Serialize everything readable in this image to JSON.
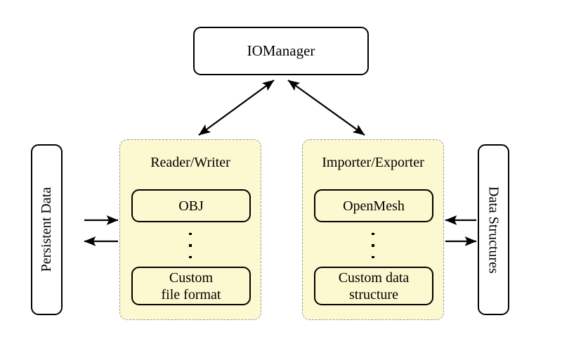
{
  "diagram": {
    "title_node": {
      "label": "IOManager"
    },
    "left_store": {
      "label": "Persistent Data"
    },
    "right_store": {
      "label": "Data Structures"
    },
    "groups": [
      {
        "id": "reader-writer",
        "title": "Reader/Writer",
        "top_item": "OBJ",
        "ellipsis": "⋮",
        "bottom_item_line1": "Custom",
        "bottom_item_line2": "file format"
      },
      {
        "id": "importer-exporter",
        "title": "Importer/Exporter",
        "top_item": "OpenMesh",
        "ellipsis": "⋮",
        "bottom_item_line1": "Custom data",
        "bottom_item_line2": "structure"
      }
    ],
    "connections": [
      {
        "name": "iomanager-to-reader-writer",
        "style": "double-headed",
        "from": "IOManager",
        "to": "Reader/Writer"
      },
      {
        "name": "iomanager-to-importer-exporter",
        "style": "double-headed",
        "from": "IOManager",
        "to": "Importer/Exporter"
      },
      {
        "name": "persistent-data-to-reader-writer",
        "style": "single-headed",
        "direction": "right",
        "from": "Persistent Data",
        "to": "Reader/Writer"
      },
      {
        "name": "reader-writer-to-persistent-data",
        "style": "single-headed",
        "direction": "left",
        "from": "Reader/Writer",
        "to": "Persistent Data"
      },
      {
        "name": "data-structures-to-importer-exporter",
        "style": "single-headed",
        "direction": "left",
        "from": "Data Structures",
        "to": "Importer/Exporter"
      },
      {
        "name": "importer-exporter-to-data-structures",
        "style": "single-headed",
        "direction": "right",
        "from": "Importer/Exporter",
        "to": "Data Structures"
      }
    ],
    "colors": {
      "group_fill": "#fcf8cf",
      "group_border": "#9a9a9a",
      "node_border": "#000000",
      "node_fill": "#ffffff",
      "background": "#ffffff"
    }
  }
}
